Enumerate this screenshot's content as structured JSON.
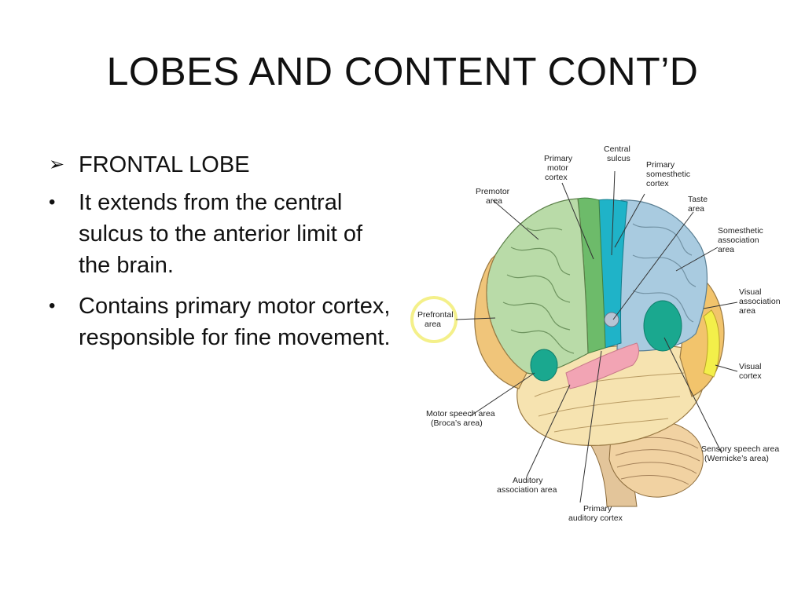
{
  "slide": {
    "title": "LOBES AND CONTENT CONT’D",
    "heading": "FRONTAL LOBE",
    "bullets": [
      "It extends from the central sulcus to the anterior limit of the brain.",
      "Contains primary motor cortex, responsible for fine movement."
    ]
  },
  "icons": {
    "heading_marker": "arrowhead-bullet-icon",
    "bullet_marker": "round-bullet-icon"
  },
  "diagram": {
    "labels": {
      "primary_motor": [
        "Primary",
        "motor",
        "cortex"
      ],
      "central_sulcus": [
        "Central",
        "sulcus"
      ],
      "primary_somesthetic": [
        "Primary",
        "somesthetic",
        "cortex"
      ],
      "premotor": [
        "Premotor",
        "area"
      ],
      "taste": [
        "Taste",
        "area"
      ],
      "somesthetic_assoc": [
        "Somesthetic",
        "association",
        "area"
      ],
      "prefrontal": [
        "Prefrontal",
        "area"
      ],
      "visual_assoc": [
        "Visual",
        "association",
        "area"
      ],
      "visual_cortex": [
        "Visual",
        "cortex"
      ],
      "motor_speech": [
        "Motor speech area",
        "(Broca’s area)"
      ],
      "sensory_speech": [
        "Sensory speech area",
        "(Wernicke’s area)"
      ],
      "auditory_assoc": [
        "Auditory",
        "association area"
      ],
      "primary_auditory": [
        "Primary",
        "auditory cortex"
      ]
    },
    "colors": {
      "frontal": "#b9dba8",
      "prefrontal": "#f0c57a",
      "motor_strip": "#6dbb6a",
      "somesthetic_strip": "#1fb3c8",
      "parietal": "#a9cbe0",
      "temporal": "#f6e3b0",
      "occipital": "#f2c46c",
      "visual_cortex": "#f3ef4a",
      "speech_areas": "#1aa88f",
      "auditory_cortex": "#f2a4b4",
      "cerebellum": "#f1d2a2",
      "brainstem": "#e3c59a",
      "prefrontal_ring": "#f4f08a"
    }
  }
}
